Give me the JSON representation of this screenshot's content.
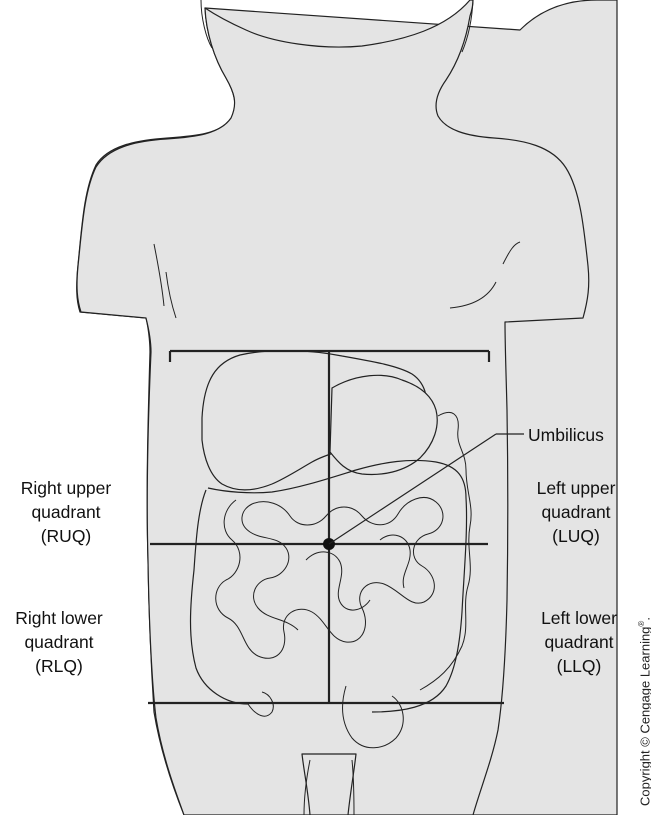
{
  "colors": {
    "skin_fill": "#e4e4e4",
    "outline": "#222222",
    "organ_fill": "#e4e4e4",
    "quadrant_lines": "#222222"
  },
  "labels": {
    "umbilicus": "Umbilicus",
    "ruq": [
      "Right upper",
      "quadrant",
      "(RUQ)"
    ],
    "luq": [
      "Left upper",
      "quadrant",
      "(LUQ)"
    ],
    "rlq": [
      "Right lower",
      "quadrant",
      "(RLQ)"
    ],
    "llq": [
      "Left lower",
      "quadrant",
      "(LLQ)"
    ]
  },
  "copyright": {
    "text": "Copyright © Cengage Learning",
    "mark": "®",
    "suffix": "."
  }
}
